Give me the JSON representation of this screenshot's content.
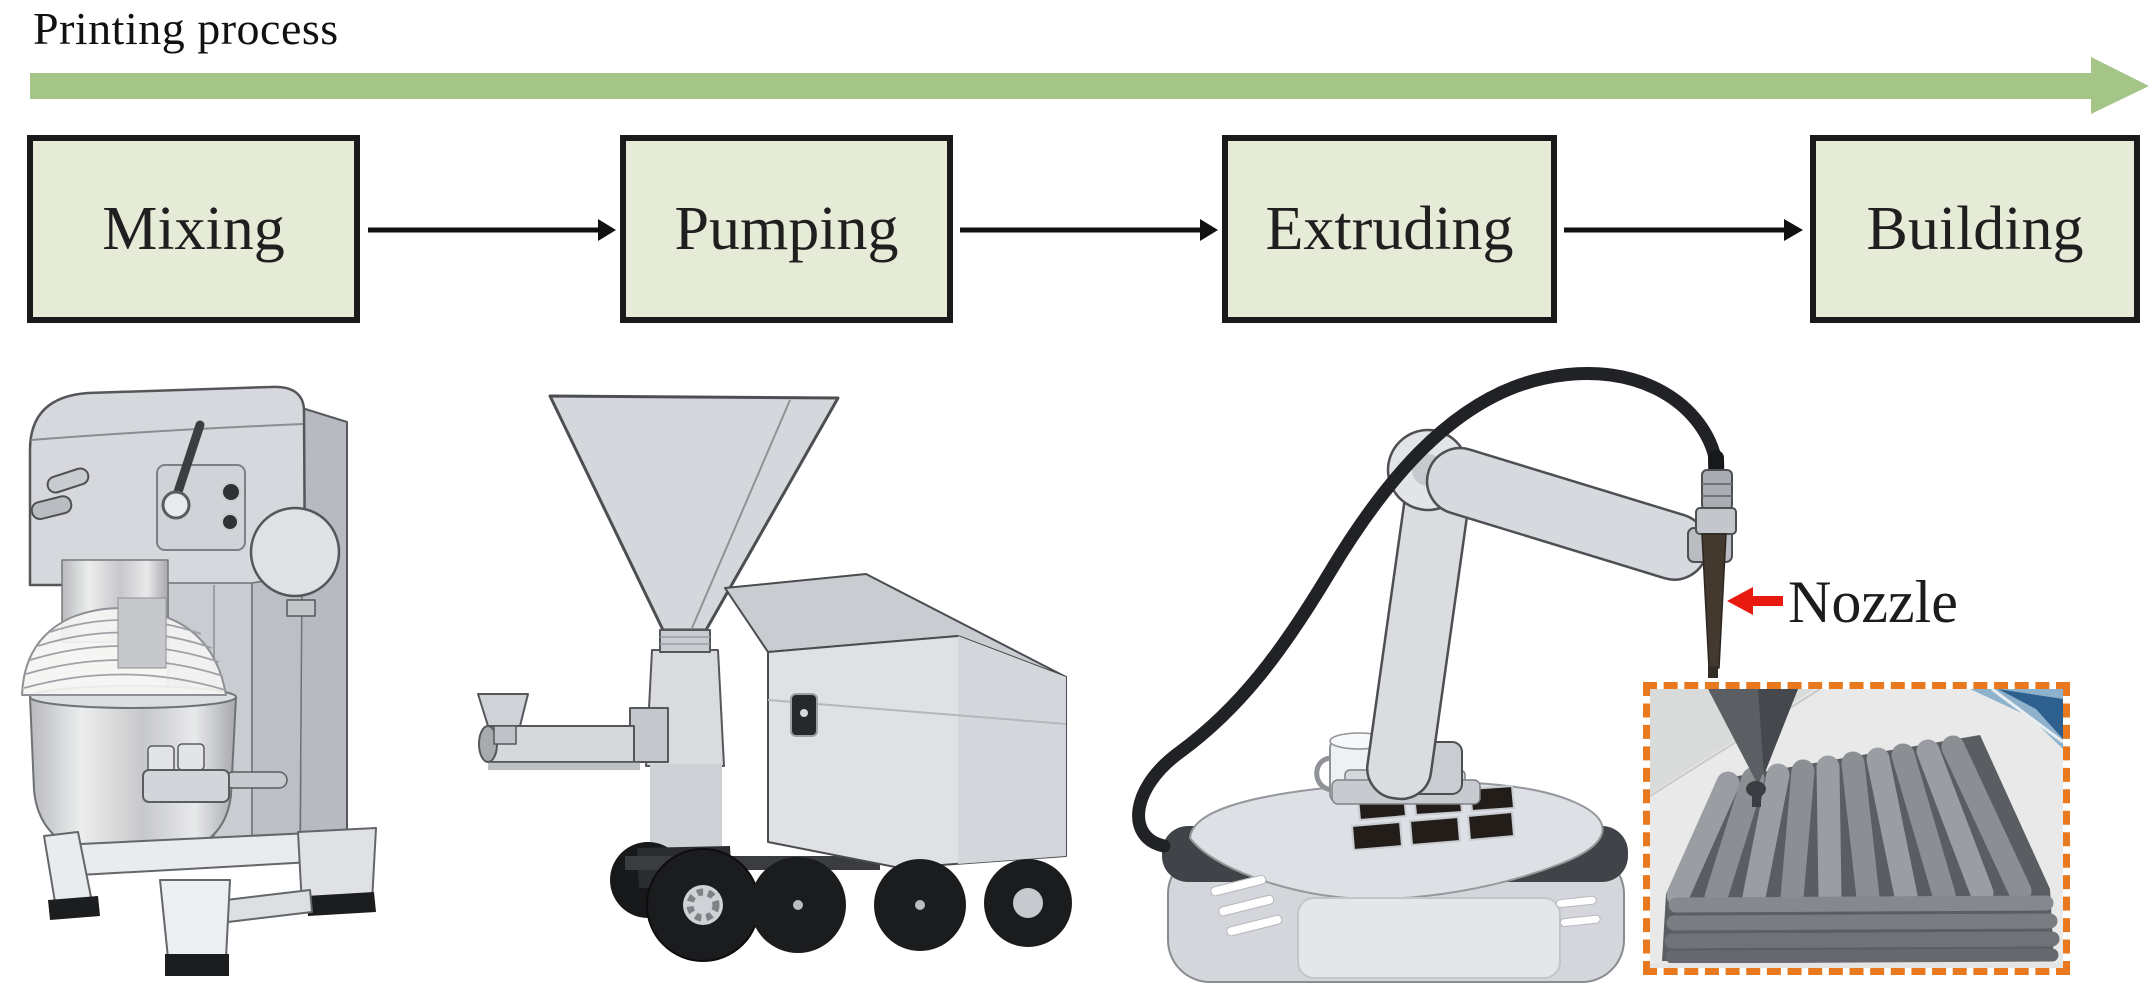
{
  "title": "Printing process",
  "process_flow": {
    "steps": [
      {
        "label": "Mixing"
      },
      {
        "label": "Pumping"
      },
      {
        "label": "Extruding"
      },
      {
        "label": "Building"
      }
    ]
  },
  "annotations": {
    "nozzle_label": "Nozzle"
  },
  "illustrations": {
    "mixer": "planetary-mixer",
    "pump": "hopper-pump-cart",
    "extruder": "robotic-arm-extruder",
    "building": "printed-concrete-layers-photo"
  },
  "colors": {
    "timeline_arrow": "#a5c487",
    "step_box_fill": "#e5ebd7",
    "step_box_border": "#1a1a1a",
    "flow_arrow": "#111111",
    "nozzle_arrow_red": "#e8190f",
    "inset_border_orange": "#e8791f"
  }
}
